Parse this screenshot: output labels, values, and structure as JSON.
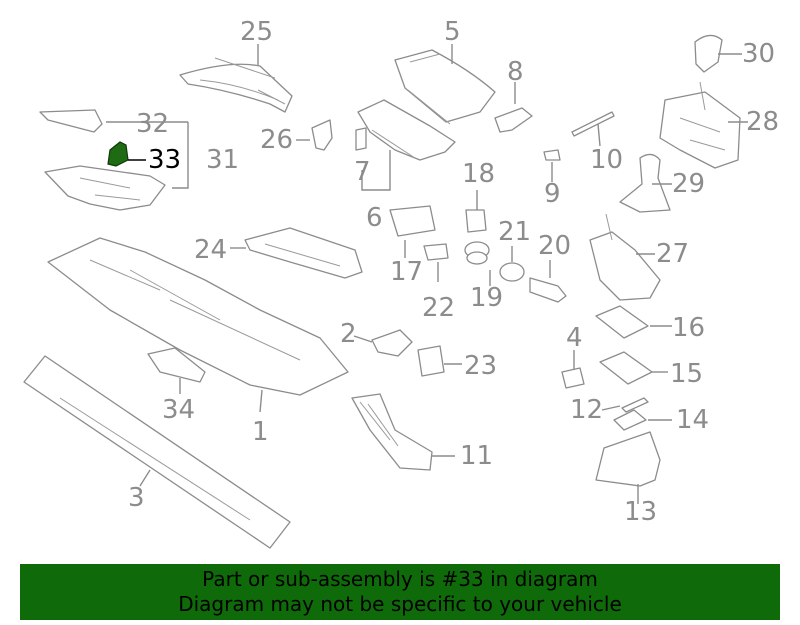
{
  "callouts": [
    {
      "label": "25"
    },
    {
      "label": "5"
    },
    {
      "label": "30"
    },
    {
      "label": "8"
    },
    {
      "label": "28"
    },
    {
      "label": "32"
    },
    {
      "label": "26"
    },
    {
      "label": "33"
    },
    {
      "label": "31"
    },
    {
      "label": "7"
    },
    {
      "label": "10"
    },
    {
      "label": "29"
    },
    {
      "label": "9"
    },
    {
      "label": "18"
    },
    {
      "label": "6"
    },
    {
      "label": "21"
    },
    {
      "label": "20"
    },
    {
      "label": "24"
    },
    {
      "label": "27"
    },
    {
      "label": "17"
    },
    {
      "label": "22"
    },
    {
      "label": "19"
    },
    {
      "label": "16"
    },
    {
      "label": "4"
    },
    {
      "label": "2"
    },
    {
      "label": "23"
    },
    {
      "label": "15"
    },
    {
      "label": "34"
    },
    {
      "label": "12"
    },
    {
      "label": "14"
    },
    {
      "label": "1"
    },
    {
      "label": "11"
    },
    {
      "label": "3"
    },
    {
      "label": "13"
    }
  ],
  "highlighted_part": "33",
  "highlight_color": "#1e6b14",
  "banner": {
    "line1": "Part or sub-assembly is #33 in diagram",
    "line2": "Diagram may not be specific to your vehicle",
    "background": "#0f6b0a"
  }
}
